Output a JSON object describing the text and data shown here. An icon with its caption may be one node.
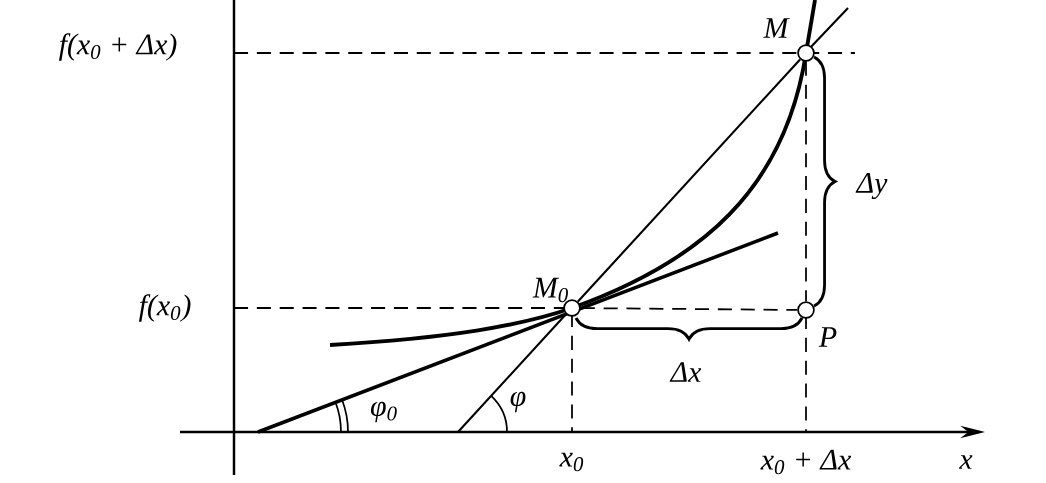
{
  "diagram": {
    "nodes": [
      {
        "text": [],
        "shape": "circle",
        "beside": [
          "M$_{0}$"
        ]
      },
      {
        "text": [],
        "shape": "circle",
        "beside": [
          "M"
        ]
      },
      {
        "text": [],
        "shape": "circle",
        "beside": [
          "P"
        ]
      }
    ],
    "edges": [
      {
        "from": 0,
        "to": 1,
        "arrow": "none"
      },
      {
        "from": 0,
        "to": 2,
        "arrow": "none",
        "style": "dashed"
      },
      {
        "from": 1,
        "to": 2,
        "arrow": "none",
        "style": "dashed"
      }
    ],
    "labels": [
      "f(x$_{0}$ + Δx)",
      "f(x$_{0}$)",
      "Δy",
      "Δx",
      "φ$_{0}$",
      "φ",
      "x$_{0}$",
      "x$_{0}$ + Δx",
      "x"
    ]
  }
}
